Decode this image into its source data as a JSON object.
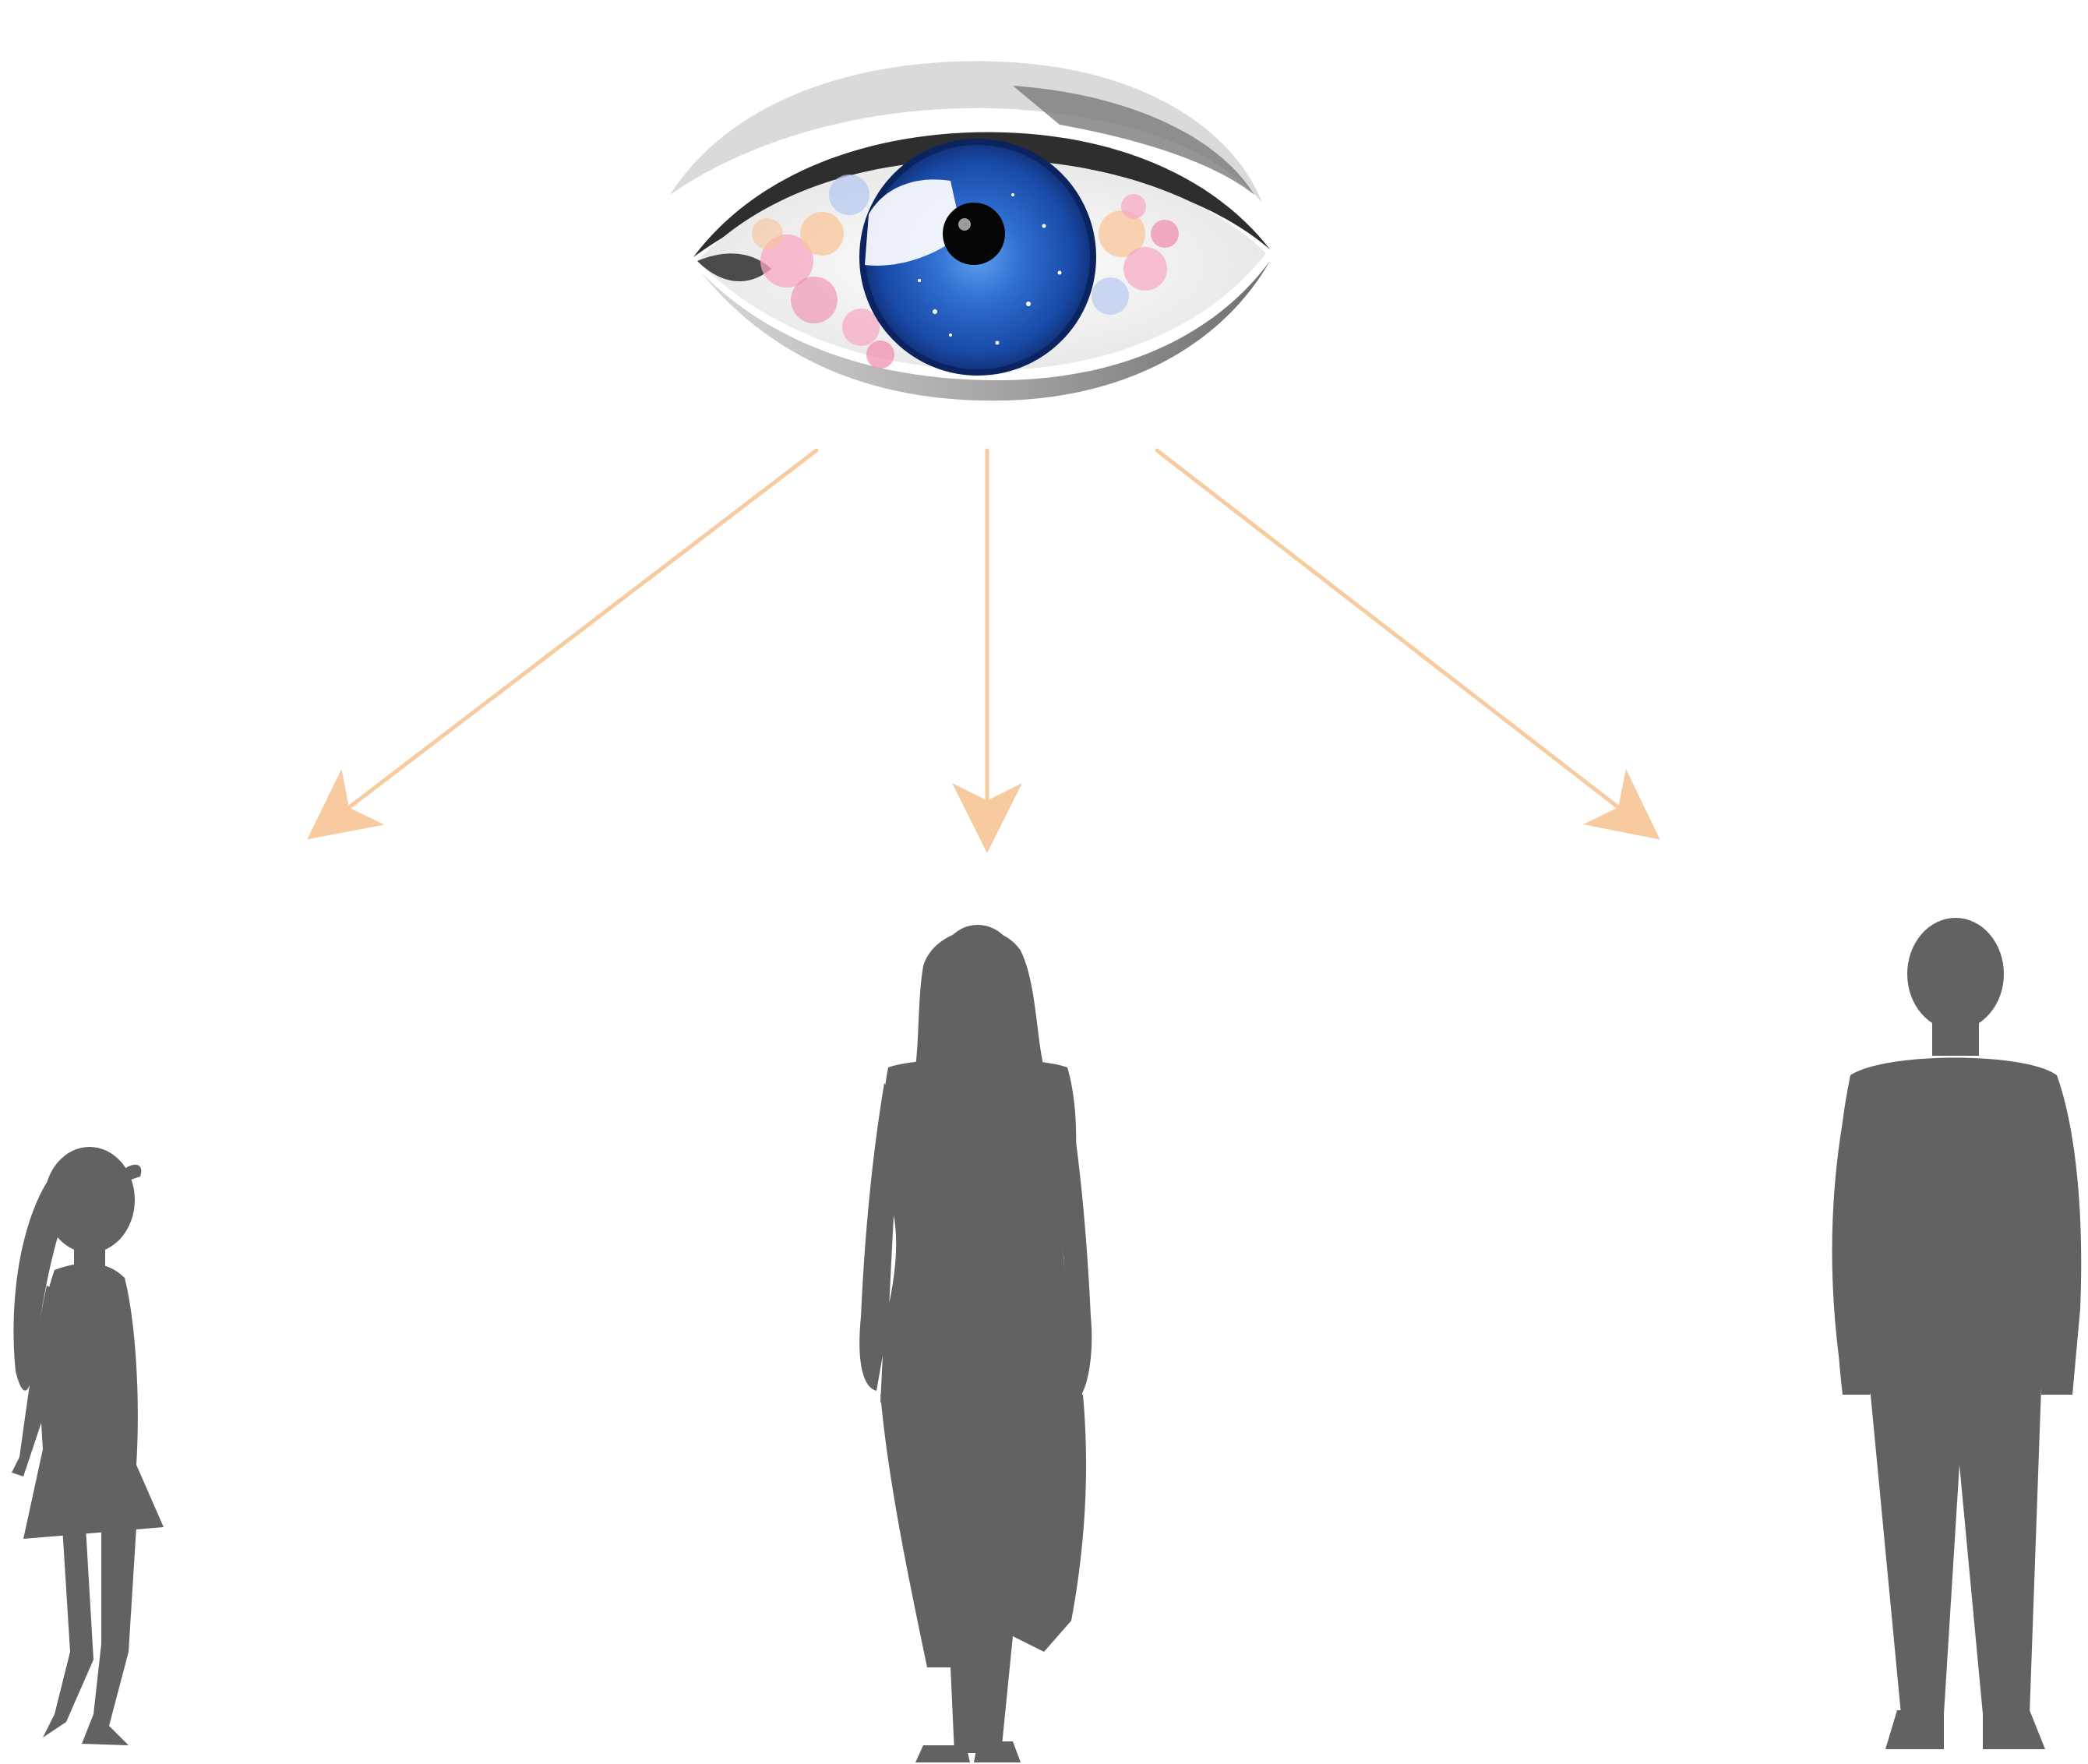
{
  "diagram": {
    "observer": {
      "icon": "watercolor-eye-icon",
      "iris_color": "#1f56b8",
      "iris_dark": "#0c2a66",
      "flower_colors": [
        "#f7a6c0",
        "#f9c59a",
        "#b7c8f0",
        "#f08aa8"
      ]
    },
    "arrow_color": "#f8caa0",
    "subjects": [
      {
        "id": "girl",
        "icon": "girl-silhouette-icon"
      },
      {
        "id": "woman",
        "icon": "woman-silhouette-icon"
      },
      {
        "id": "man",
        "icon": "man-silhouette-icon"
      }
    ],
    "silhouette_color": "#626262"
  }
}
